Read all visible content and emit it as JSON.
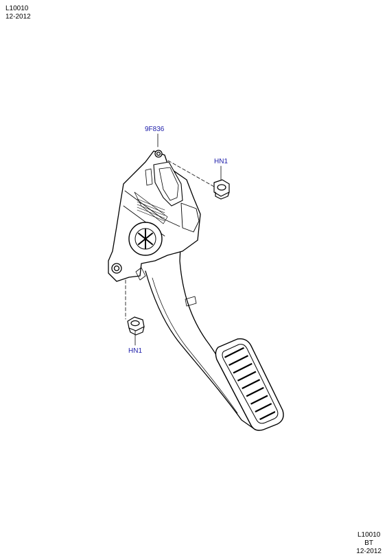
{
  "header": {
    "code": "L10010",
    "date": "12-2012"
  },
  "footer": {
    "code": "L10010",
    "market": "BT",
    "date": "12-2012"
  },
  "callouts": {
    "pedal_assembly": "9F836",
    "nut_upper": "HN1",
    "nut_lower": "HN1"
  },
  "colors": {
    "callout_text": "#1a1aa8",
    "line": "#000000"
  }
}
